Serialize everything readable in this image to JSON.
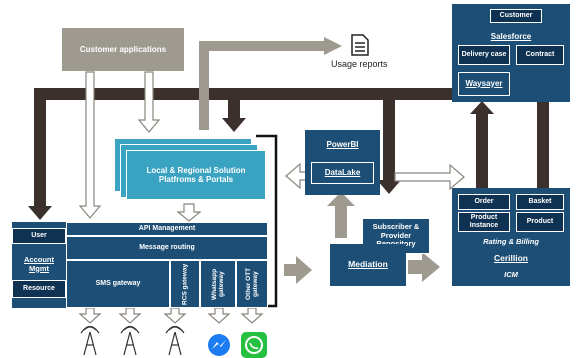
{
  "customer_apps": {
    "label": "Customer applications"
  },
  "usage_reports": {
    "label": "Usage reports"
  },
  "salesforce": {
    "title": "Salesforce",
    "customer": "Customer",
    "delivery_case": "Delivery case",
    "contract": "Contract",
    "waysayer": "Waysayer"
  },
  "portals": {
    "label": "Local & Regional Solution Platfroms & Portals"
  },
  "powerbi": {
    "title": "PowerBI",
    "datalake": "DataLake"
  },
  "subscriber_repo": {
    "label": "Subscriber & Provider Repository"
  },
  "mediation": {
    "label": "Mediation"
  },
  "cerillion": {
    "order": "Order",
    "basket": "Basket",
    "product_instance": "Product Instance",
    "product": "Product",
    "rating_billing": "Rating & Billing",
    "title": "Cerillion",
    "subtitle": "ICM"
  },
  "api_block": {
    "api_management": "API Management",
    "message_routing": "Message routing",
    "user": "User",
    "account_mgmt": "Account Mgmt",
    "resource": "Resource",
    "sms_gateway": "SMS gateway",
    "rcs_gateway": "RCS gateway",
    "whatsapp_gateway": "Whatsapp gateway",
    "ott_gateway": "Other OTT gateway"
  }
}
